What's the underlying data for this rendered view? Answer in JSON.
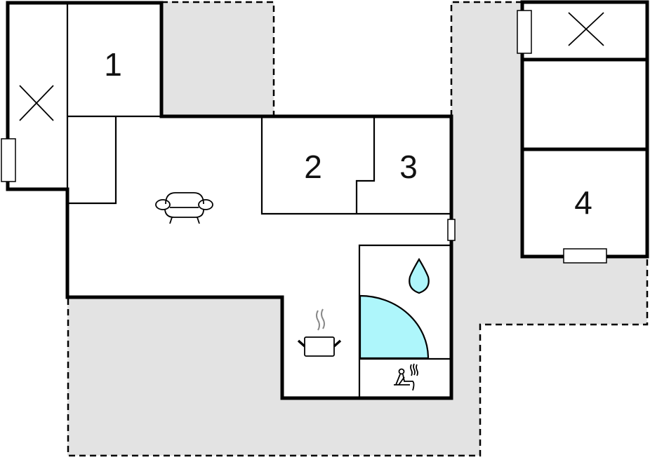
{
  "floorplan": {
    "title": "",
    "rooms": [
      {
        "id": "room-1",
        "label": "1",
        "type": "bedroom"
      },
      {
        "id": "room-2",
        "label": "2",
        "type": "bedroom"
      },
      {
        "id": "room-3",
        "label": "3",
        "type": "bedroom"
      },
      {
        "id": "room-4",
        "label": "4",
        "type": "bedroom"
      }
    ],
    "symbols": [
      {
        "name": "sofa-icon",
        "meaning": "living room"
      },
      {
        "name": "cooking-pot-icon",
        "meaning": "kitchen"
      },
      {
        "name": "water-drop-icon",
        "meaning": "bathroom"
      },
      {
        "name": "shower-quarter-circle",
        "meaning": "shower"
      },
      {
        "name": "sauna-icon",
        "meaning": "sauna"
      },
      {
        "name": "cross-icon",
        "meaning": "unheated / storage room"
      }
    ],
    "colors": {
      "terrace": "#e3e3e3",
      "water": "#aef6fb",
      "wall": "#000000",
      "steam": "#888888"
    }
  }
}
